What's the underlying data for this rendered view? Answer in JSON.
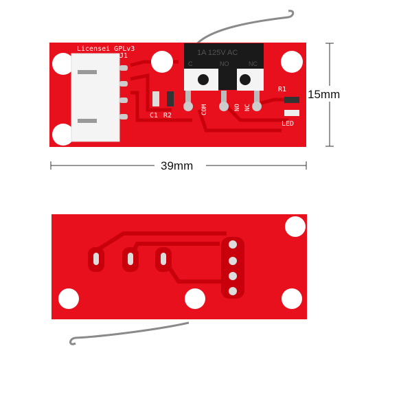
{
  "dimensions": {
    "width_label": "39mm",
    "height_label": "15mm"
  },
  "board_top": {
    "license_text": "Licensei GPLv3",
    "connector_label": "J1",
    "switch_rating": "1A 125V AC",
    "switch_pins": [
      "C",
      "NO",
      "NC"
    ],
    "pin_labels": [
      "COM",
      "NO",
      "NC"
    ],
    "components": [
      "C1",
      "R2",
      "R1",
      "LED"
    ]
  },
  "colors": {
    "pcb": "#e8101c",
    "trace": "#c8000c",
    "switch": "#1a1a1a",
    "connector": "#f4f4f4",
    "lever": "#8a8a8a"
  }
}
